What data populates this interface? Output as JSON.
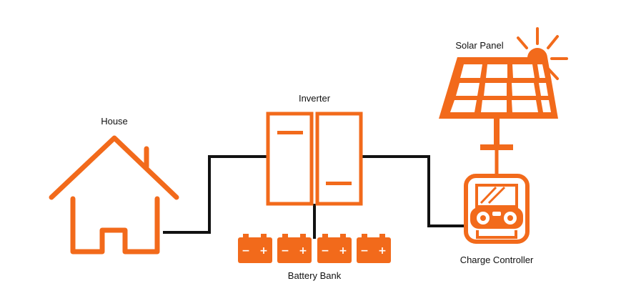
{
  "labels": {
    "house": "House",
    "inverter": "Inverter",
    "solar_panel": "Solar Panel",
    "battery_bank": "Battery Bank",
    "charge_controller": "Charge Controller"
  },
  "battery": {
    "minus": "−",
    "plus": "+"
  },
  "colors": {
    "accent": "#F26A1B",
    "wire": "#111111",
    "sun": "#F26A1B",
    "background": "#FFFFFF"
  },
  "icons": [
    "house-icon",
    "inverter-icon",
    "battery-icon",
    "solar-panel-icon",
    "sun-icon",
    "charge-controller-icon"
  ]
}
